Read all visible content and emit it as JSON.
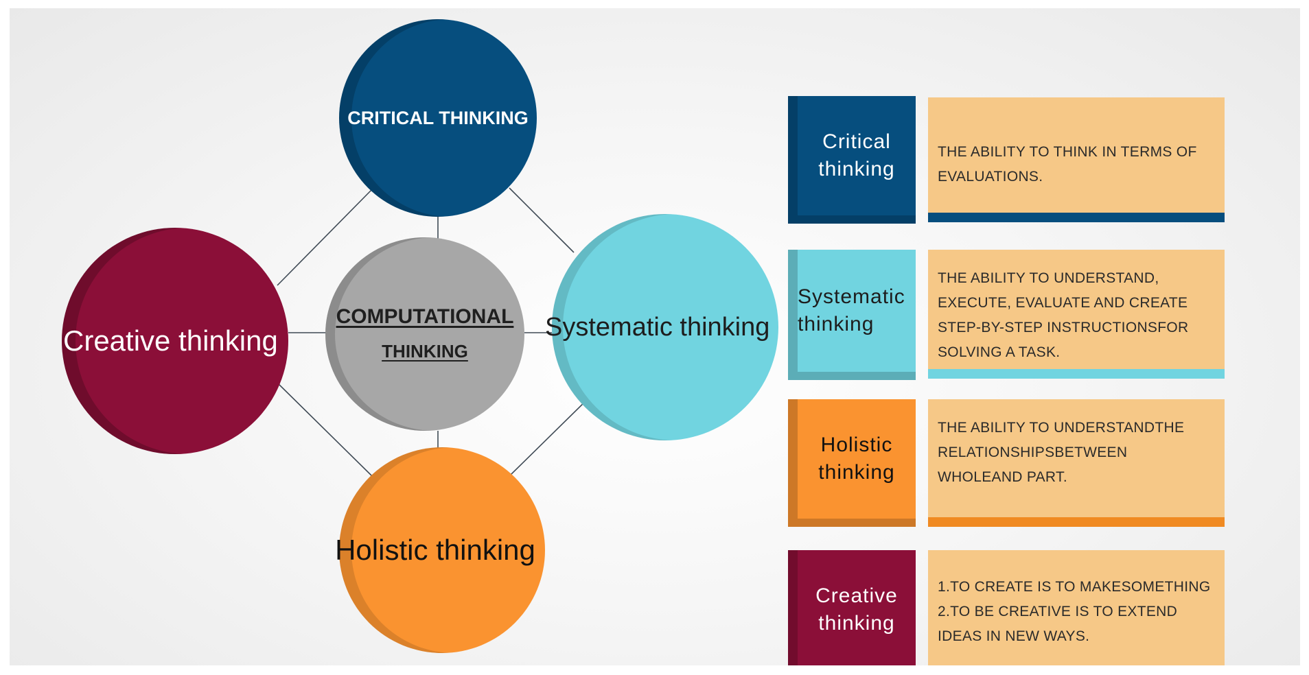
{
  "diagram": {
    "circles": {
      "critical": "CRITICAL THINKING",
      "creative": "Creative thinking",
      "computational_line1": "COMPUTATIONAL",
      "computational_line2": "THINKING",
      "systematic": "Systematic thinking",
      "holistic": "Holistic thinking"
    },
    "colors": {
      "critical": "#064e7e",
      "creative": "#8b0f38",
      "computational": "#a7a7a7",
      "systematic": "#71d4e0",
      "holistic": "#fa9330",
      "description_fill": "#f6c887"
    }
  },
  "definitions": [
    {
      "label_line1": "Critical",
      "label_line2": "thinking",
      "text": "The ability to think in terms of evaluations."
    },
    {
      "label_line1": "Systematic",
      "label_line2": "thinking",
      "text": "The ability to understand, execute, evaluate and create step-by-step instructionsfor solving a task."
    },
    {
      "label_line1": "Holistic",
      "label_line2": "thinking",
      "text": "The ability to understandthe relationshipsbetween wholeand part."
    },
    {
      "label_line1": "Creative",
      "label_line2": "thinking",
      "text_line1": "1.To create is to makesomething",
      "text_line2": "2.To be creative is to extend ideas in new ways."
    }
  ]
}
